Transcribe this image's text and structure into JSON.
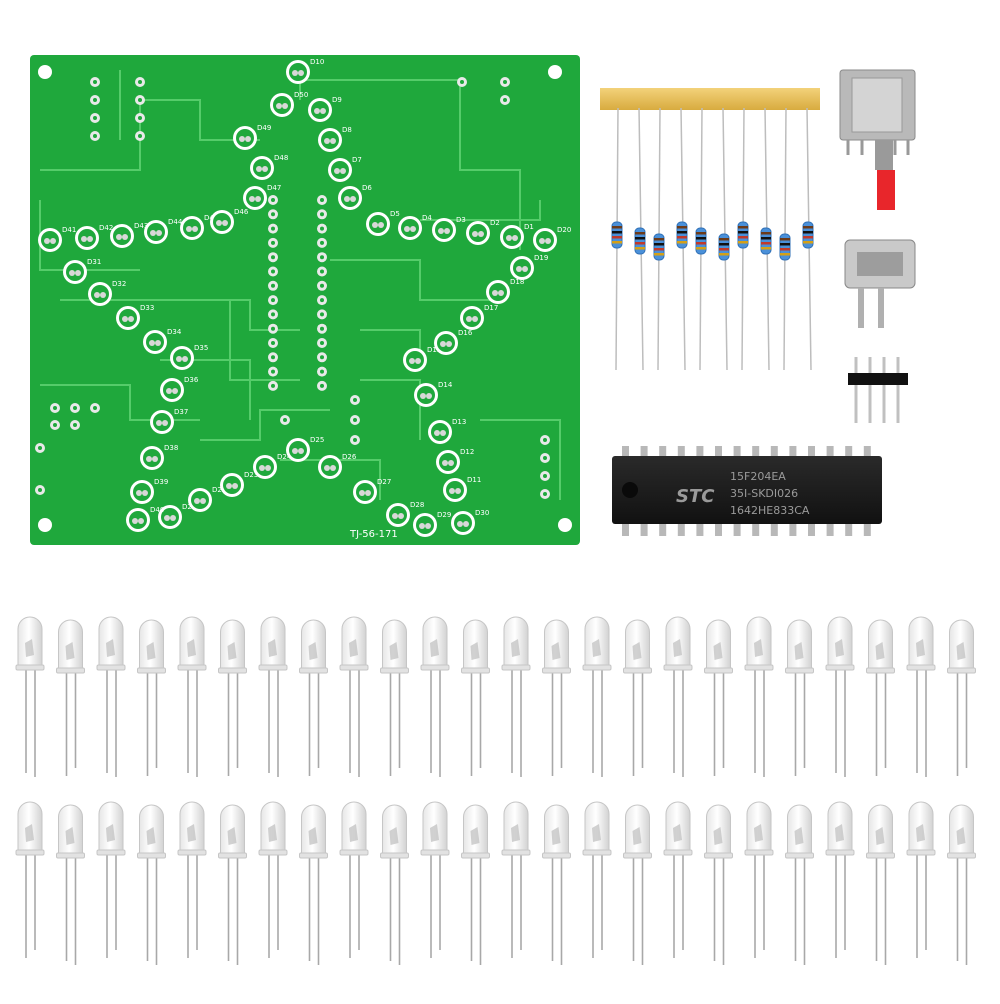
{
  "pcb": {
    "board_color": "#1fa83c",
    "trace_color": "#55cc6a",
    "silkscreen_color": "#ffffff",
    "model_label": "TJ-56-171",
    "led_labels": [
      "D1",
      "D2",
      "D3",
      "D4",
      "D5",
      "D6",
      "D7",
      "D8",
      "D9",
      "D10",
      "D11",
      "D12",
      "D13",
      "D14",
      "D15",
      "D16",
      "D17",
      "D18",
      "D19",
      "D20",
      "D21",
      "D22",
      "D23",
      "D24",
      "D25",
      "D26",
      "D27",
      "D28",
      "D29",
      "D30",
      "D31",
      "D32",
      "D33",
      "D34",
      "D35",
      "D36",
      "D37",
      "D38",
      "D39",
      "D40",
      "D41",
      "D42",
      "D43",
      "D44",
      "D45",
      "D46",
      "D47",
      "D48",
      "D49",
      "D50"
    ]
  },
  "chip": {
    "brand": "STC",
    "line1": "15F204EA",
    "line2": "35I-SKDI026",
    "line3": "1642HE833CA"
  },
  "components": {
    "resistor_count": 10,
    "led_count": 48
  }
}
